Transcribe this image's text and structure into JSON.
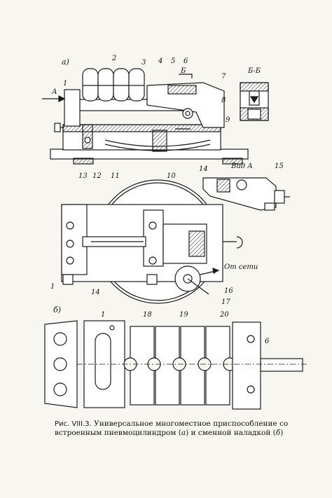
{
  "labels": {
    "view_a": "а)",
    "view_b": "б)",
    "arrow_a": "А",
    "section_bb": "Б-Б",
    "section_mark": "Б",
    "view_a_label": "Вид А",
    "from_network": "От сети",
    "n1": "1",
    "n2": "2",
    "n3": "3",
    "n4": "4",
    "n5": "5",
    "n6": "6",
    "n7": "7",
    "n8": "8",
    "n9": "9",
    "n10": "10",
    "n11": "11",
    "n12": "12",
    "n13": "13",
    "n14": "14",
    "n15": "15",
    "n16": "16",
    "n17": "17",
    "n18": "18",
    "n19": "19",
    "n20": "20",
    "n14b": "14",
    "n1b": "1",
    "n1c": "1",
    "n6b": "6"
  },
  "caption": {
    "title": "Рис. VIII.3.",
    "text": " Универсальное многоместное приспособление со встроенным пневмоцилиндром (",
    "a": "а",
    "mid": ") и сменной наладкой (",
    "b": "б",
    "end": ")"
  },
  "colors": {
    "ink": "#1a1a1a",
    "paper": "#f7f6f1",
    "hatch": "#333333"
  }
}
